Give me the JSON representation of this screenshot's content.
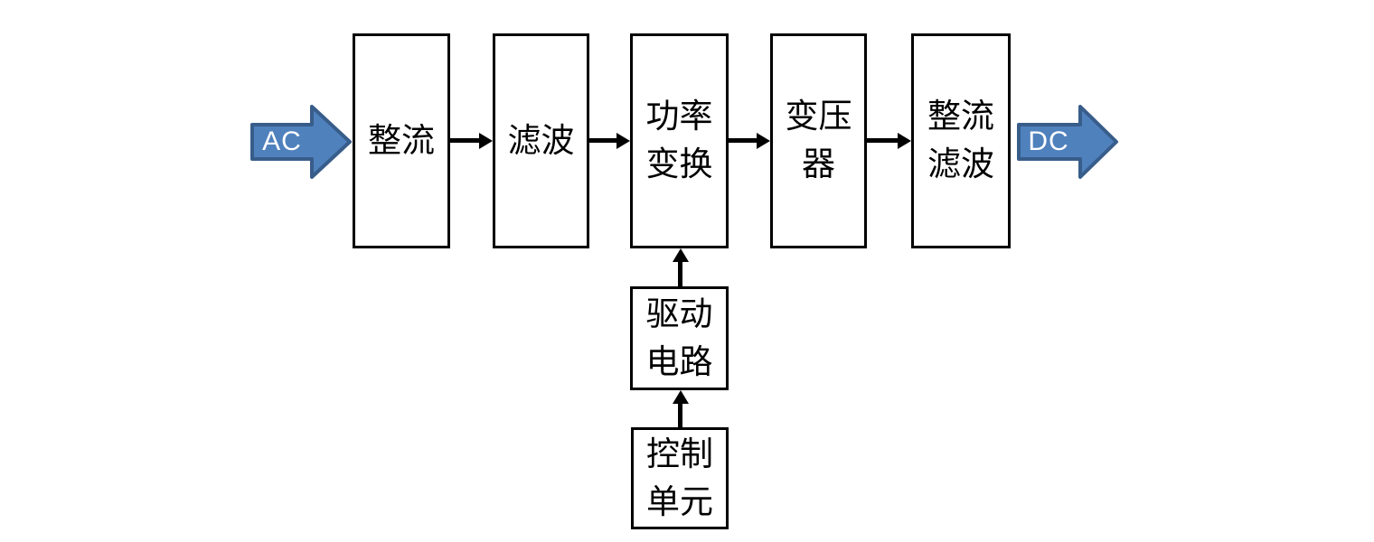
{
  "diagram": {
    "input_label": "AC",
    "output_label": "DC",
    "flow": [
      {
        "id": "rectifier",
        "label": "整流"
      },
      {
        "id": "filter",
        "label": "滤波"
      },
      {
        "id": "power-conversion",
        "label": "功率\n变换"
      },
      {
        "id": "transformer",
        "label": "变压\n器"
      },
      {
        "id": "rectifier-filter",
        "label": "整流\n滤波"
      }
    ],
    "control_path": [
      {
        "id": "drive-circuit",
        "label": "驱动\n电路"
      },
      {
        "id": "control-unit",
        "label": "控制\n单元"
      }
    ],
    "colors": {
      "arrow_fill": "#4f81bd",
      "arrow_border": "#385d8a",
      "connector": "#000000",
      "box_border": "#000000",
      "background": "#ffffff"
    }
  }
}
